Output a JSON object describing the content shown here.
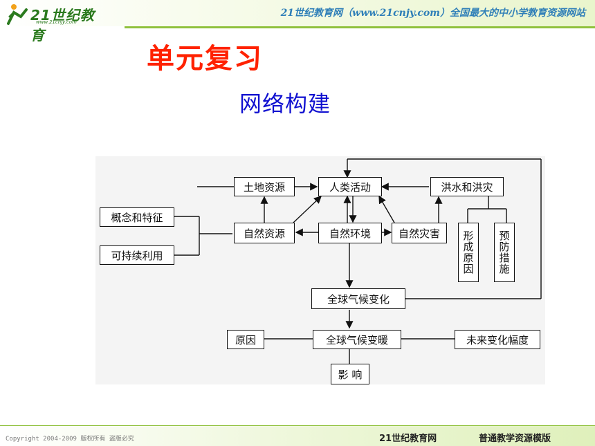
{
  "header": {
    "logo_text": "21世纪教育",
    "logo_url": "www.21cnjy.com",
    "slogan": "21世纪教育网（www.21cnjy.com）全国最大的中小学教育资源网站"
  },
  "title": "单元复习",
  "subtitle": "网络构建",
  "diagram": {
    "nodes": {
      "land": "土地资源",
      "human": "人类活动",
      "flood": "洪水和洪灾",
      "concept": "概念和特征",
      "sustain": "可持续利用",
      "resources": "自然资源",
      "environment": "自然环境",
      "disaster": "自然灾害",
      "causes_v": "形成原因",
      "prevent_v": "预防措施",
      "climate_change": "全球气候变化",
      "cause": "原因",
      "warming": "全球气候变暖",
      "future": "未来变化幅度",
      "impact": "影 响"
    }
  },
  "footer": {
    "copyright": "Copyright 2004-2009 版权所有 盗版必究",
    "brand": "21世纪教育网",
    "template": "普通教学资源模版"
  }
}
